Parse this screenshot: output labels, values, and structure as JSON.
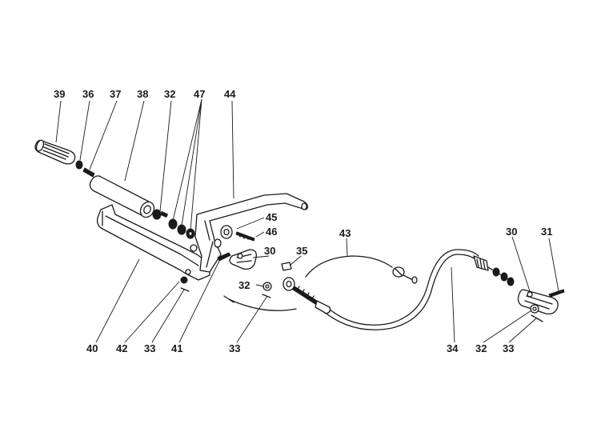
{
  "callouts": [
    {
      "id": "c39",
      "label": "39"
    },
    {
      "id": "c36",
      "label": "36"
    },
    {
      "id": "c37",
      "label": "37"
    },
    {
      "id": "c38",
      "label": "38"
    },
    {
      "id": "c32a",
      "label": "32"
    },
    {
      "id": "c47",
      "label": "47"
    },
    {
      "id": "c44",
      "label": "44"
    },
    {
      "id": "c45",
      "label": "45"
    },
    {
      "id": "c46",
      "label": "46"
    },
    {
      "id": "c30a",
      "label": "30"
    },
    {
      "id": "c35",
      "label": "35"
    },
    {
      "id": "c43",
      "label": "43"
    },
    {
      "id": "c32b",
      "label": "32"
    },
    {
      "id": "c30b",
      "label": "30"
    },
    {
      "id": "c31",
      "label": "31"
    },
    {
      "id": "c40",
      "label": "40"
    },
    {
      "id": "c42",
      "label": "42"
    },
    {
      "id": "c33a",
      "label": "33"
    },
    {
      "id": "c41",
      "label": "41"
    },
    {
      "id": "c33b",
      "label": "33"
    },
    {
      "id": "c34",
      "label": "34"
    },
    {
      "id": "c32c",
      "label": "32"
    },
    {
      "id": "c33c",
      "label": "33"
    }
  ]
}
